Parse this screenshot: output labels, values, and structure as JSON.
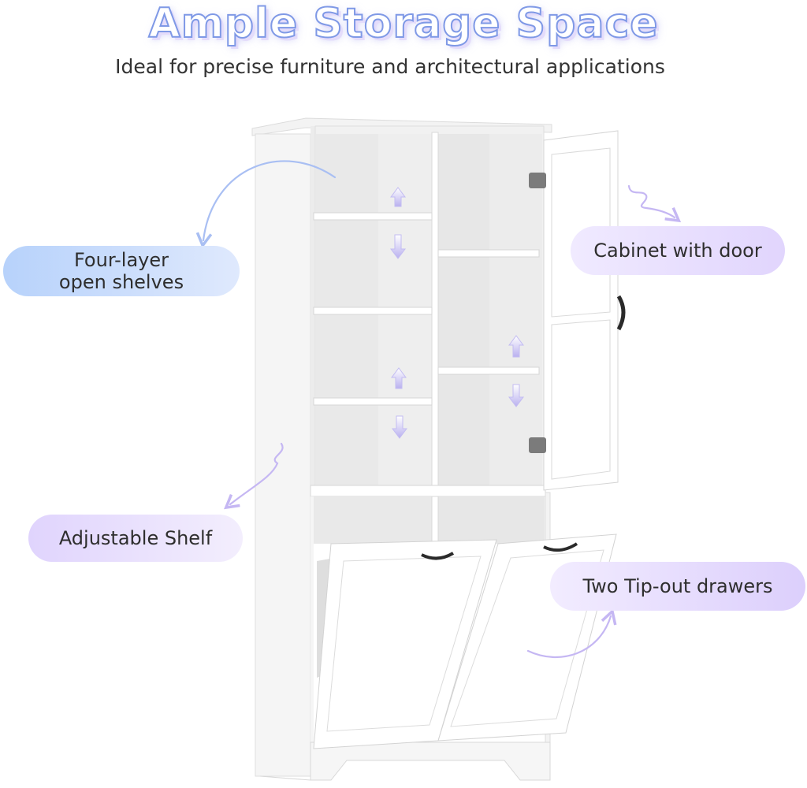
{
  "header": {
    "title": "Ample Storage Space",
    "subtitle": "Ideal for precise furniture and architectural applications"
  },
  "callouts": {
    "shelves": {
      "line1": "Four-layer",
      "line2": "open shelves"
    },
    "cabinet": "Cabinet with door",
    "adjustable": "Adjustable Shelf",
    "drawers": "Two Tip-out drawers"
  },
  "colors": {
    "title_outline": "#7f99e6",
    "accent_blue": "#b7d2fb",
    "accent_lavender": "#e0d4fd",
    "arrow_color": "#c9c6f5"
  }
}
